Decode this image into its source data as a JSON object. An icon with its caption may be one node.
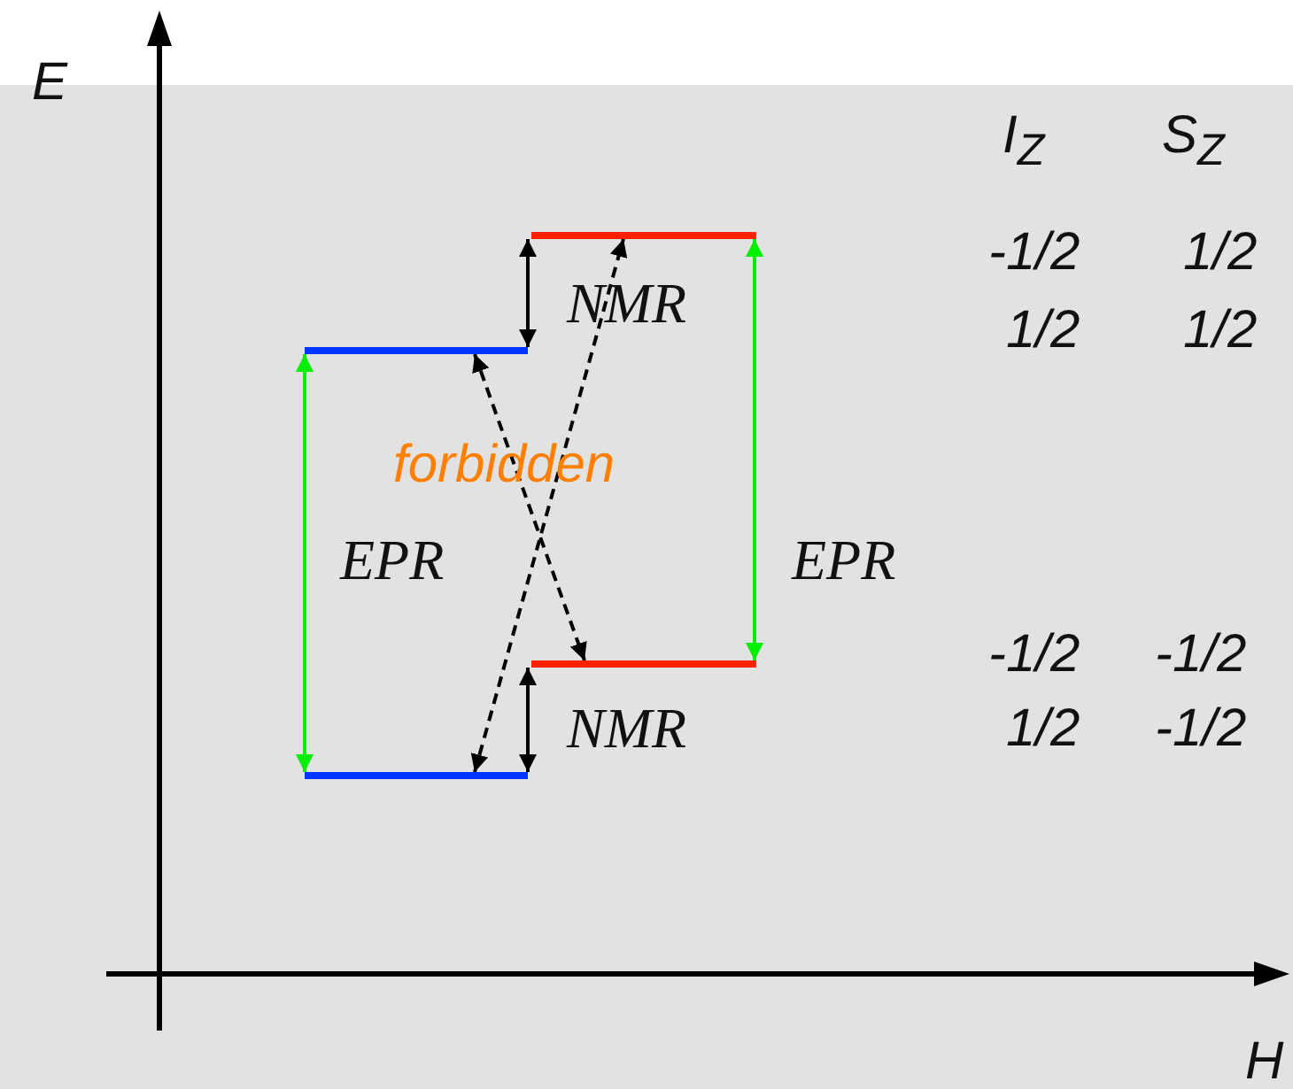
{
  "diagram": {
    "nodes": [
      {
        "text": [],
        "shape": "bar"
      },
      {
        "text": [],
        "shape": "bar"
      },
      {
        "text": [],
        "shape": "bar"
      },
      {
        "text": [],
        "shape": "bar"
      }
    ],
    "edges": [
      {
        "from": 1,
        "to": 0,
        "arrow": "both",
        "label": "NMR"
      },
      {
        "from": 3,
        "to": 2,
        "arrow": "both",
        "label": "NMR"
      },
      {
        "from": 3,
        "to": 1,
        "arrow": "both",
        "label": "EPR",
        "color": "#00ee00"
      },
      {
        "from": 2,
        "to": 0,
        "arrow": "both",
        "label": "EPR",
        "color": "#00ee00"
      },
      {
        "from": 3,
        "to": 0,
        "arrow": "both",
        "style": "dashed"
      },
      {
        "from": 1,
        "to": 2,
        "arrow": "both",
        "style": "dashed"
      }
    ],
    "labels": [
      "E",
      "I$_{Z}$",
      "S$_{Z}$",
      "-1/2",
      "1/2",
      "1/2",
      "1/2",
      "forbidden",
      "-1/2",
      "-1/2",
      "1/2",
      "-1/2",
      "H"
    ]
  }
}
